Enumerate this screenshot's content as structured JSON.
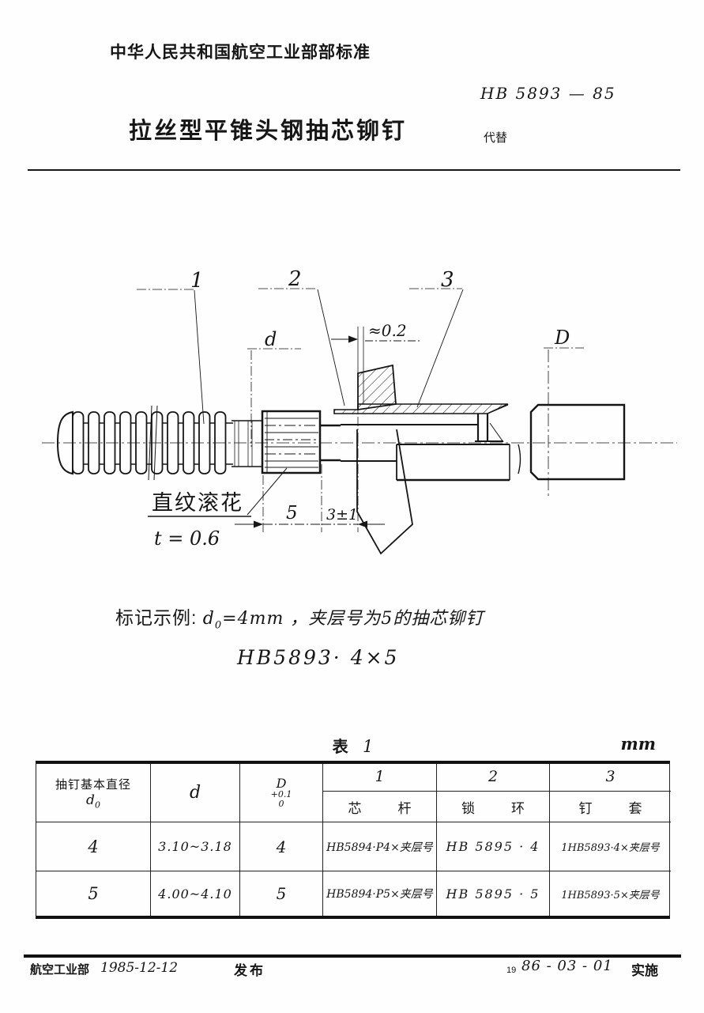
{
  "header": {
    "org": "中华人民共和国航空工业部部标准",
    "std_no": "HB 5893 — 85",
    "replaces": "代替",
    "title": "拉丝型平锥头钢抽芯铆钉"
  },
  "drawing": {
    "callout_1": "1",
    "callout_2": "2",
    "callout_3": "3",
    "dim_d": "d",
    "dim_D": "D",
    "dim_protrusion": "≈0.2",
    "dim_knurl_length": "5",
    "dim_grip": "3±1",
    "note_knurl": "直纹滚花",
    "note_knurl_pitch": "t = 0.6"
  },
  "example": {
    "label": "标记示例:",
    "var": "d",
    "var_sub": "0",
    "text": "=4mm ，夹层号为5的抽芯铆钉",
    "designation": "HB5893· 4×5"
  },
  "table": {
    "caption": "表",
    "caption_no": "1",
    "unit": "mm",
    "col1_title": "抽钉基本直径",
    "col1_var": "d",
    "col1_sub": "0",
    "col2": "d",
    "col3_var": "D",
    "col3_tol_up": "+0.1",
    "col3_tol_dn": "0",
    "groups": [
      {
        "no": "1",
        "left": "芯",
        "right": "杆"
      },
      {
        "no": "2",
        "left": "锁",
        "right": "环"
      },
      {
        "no": "3",
        "left": "钉",
        "right": "套"
      }
    ],
    "rows": [
      {
        "d0": "4",
        "d": "3.10~3.18",
        "D": "4",
        "core": "HB5894·P4×夹层号",
        "lock": "HB 5895 ·  4",
        "sleeve": "1HB5893·4×夹层号"
      },
      {
        "d0": "5",
        "d": "4.00~4.10",
        "D": "5",
        "core": "HB5894·P5×夹层号",
        "lock": "HB 5895 ·  5",
        "sleeve": "1HB5893·5×夹层号"
      }
    ]
  },
  "footer": {
    "issuer": "航空工业部",
    "issue_date": "1985-12-12",
    "publish": "发布",
    "impl_prefix": "19",
    "impl_date": "86 - 03 - 01",
    "impl": "实施"
  }
}
